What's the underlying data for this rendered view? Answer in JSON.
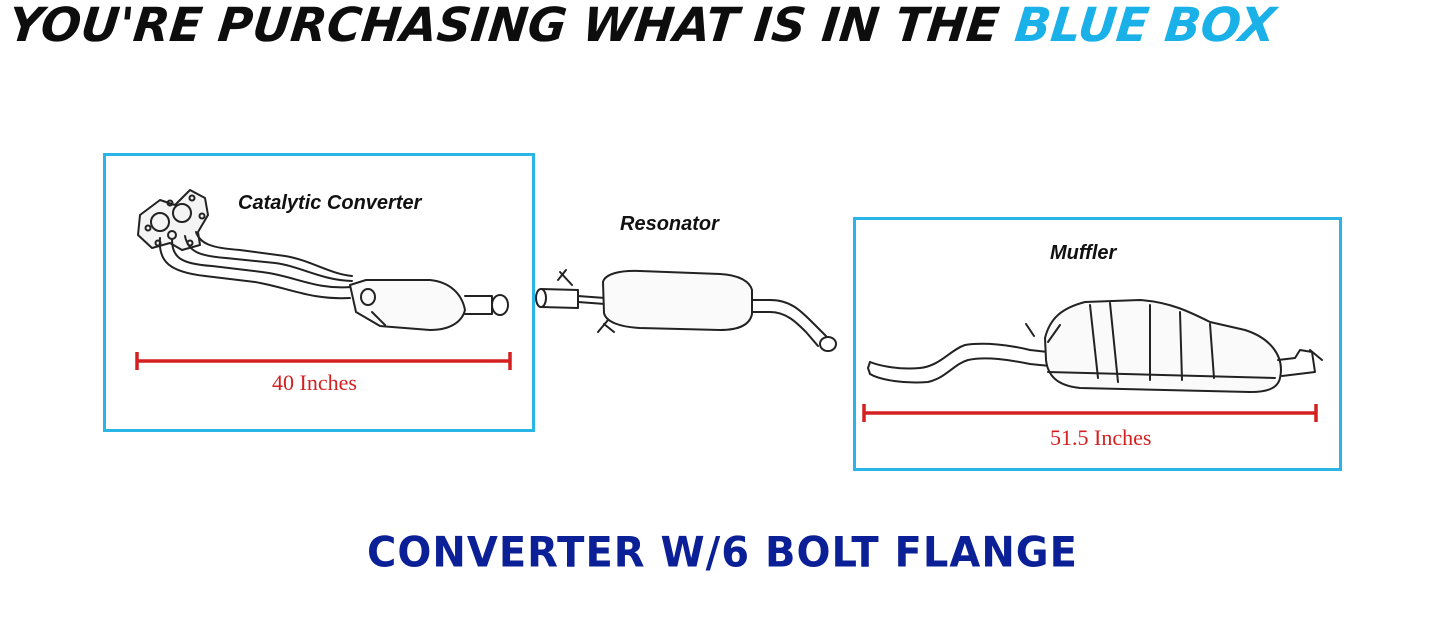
{
  "headline": {
    "part1": "YOU'RE PURCHASING WHAT IS IN THE ",
    "part2": "BLUE BOX",
    "color_dark": "#0d0d0d",
    "color_blue": "#1ab0e8"
  },
  "parts": {
    "converter": {
      "label": "Catalytic Converter",
      "length": "40 Inches",
      "in_box": true
    },
    "resonator": {
      "label": "Resonator",
      "in_box": false
    },
    "muffler": {
      "label": "Muffler",
      "length": "51.5 Inches",
      "in_box": true
    }
  },
  "footer": {
    "text": "CONVERTER W/6 BOLT FLANGE",
    "color": "#0b1f96"
  },
  "colors": {
    "box_border": "#29b6e6",
    "measure": "#d42020"
  }
}
